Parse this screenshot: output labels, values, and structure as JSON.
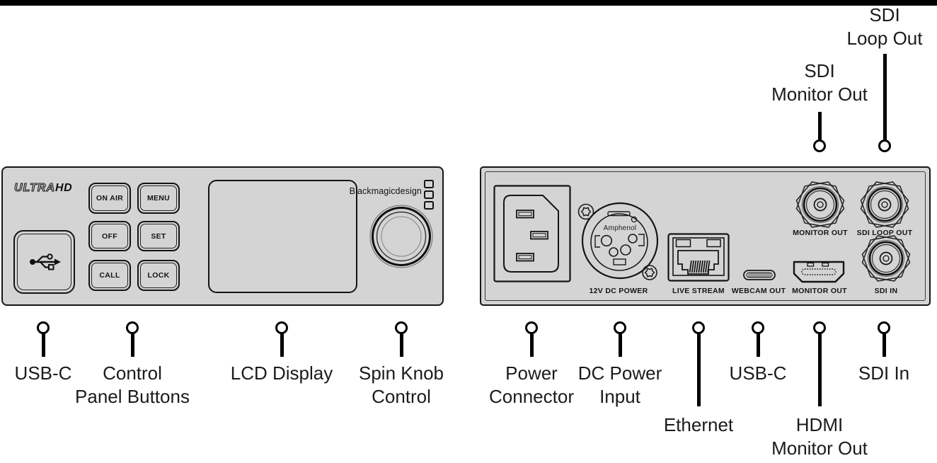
{
  "front_panel": {
    "logo": {
      "ultra": "ULTRA",
      "hd": "HD"
    },
    "buttons": [
      "ON AIR",
      "MENU",
      "OFF",
      "SET",
      "CALL",
      "LOCK"
    ],
    "maker": "Blackmagicdesign"
  },
  "rear_panel": {
    "labels": {
      "dc_power": "12V DC POWER",
      "ethernet": "LIVE STREAM",
      "usb_c": "WEBCAM OUT",
      "hdmi": "MONITOR OUT",
      "bnc_monitor": "MONITOR OUT",
      "bnc_loop": "SDI LOOP OUT",
      "bnc_sdi_in": "SDI IN",
      "xlr_brand": "Amphenol"
    }
  },
  "callouts_top": [
    {
      "id": "sdi-monitor-out",
      "lines": [
        "SDI",
        "Monitor Out"
      ]
    },
    {
      "id": "sdi-loop-out",
      "lines": [
        "SDI",
        "Loop Out"
      ]
    }
  ],
  "callouts_bottom": [
    {
      "id": "usb-c-front",
      "lines": [
        "USB-C"
      ]
    },
    {
      "id": "control-panel-buttons",
      "lines": [
        "Control",
        "Panel Buttons"
      ]
    },
    {
      "id": "lcd-display",
      "lines": [
        "LCD Display"
      ]
    },
    {
      "id": "spin-knob-control",
      "lines": [
        "Spin Knob",
        "Control"
      ]
    },
    {
      "id": "power-connector",
      "lines": [
        "Power",
        "Connector"
      ]
    },
    {
      "id": "dc-power-input",
      "lines": [
        "DC Power",
        "Input"
      ]
    },
    {
      "id": "ethernet",
      "lines": [
        "Ethernet"
      ]
    },
    {
      "id": "usb-c-rear",
      "lines": [
        "USB-C"
      ]
    },
    {
      "id": "hdmi-monitor-out",
      "lines": [
        "HDMI",
        "Monitor Out"
      ]
    },
    {
      "id": "sdi-in",
      "lines": [
        "SDI In"
      ]
    }
  ]
}
